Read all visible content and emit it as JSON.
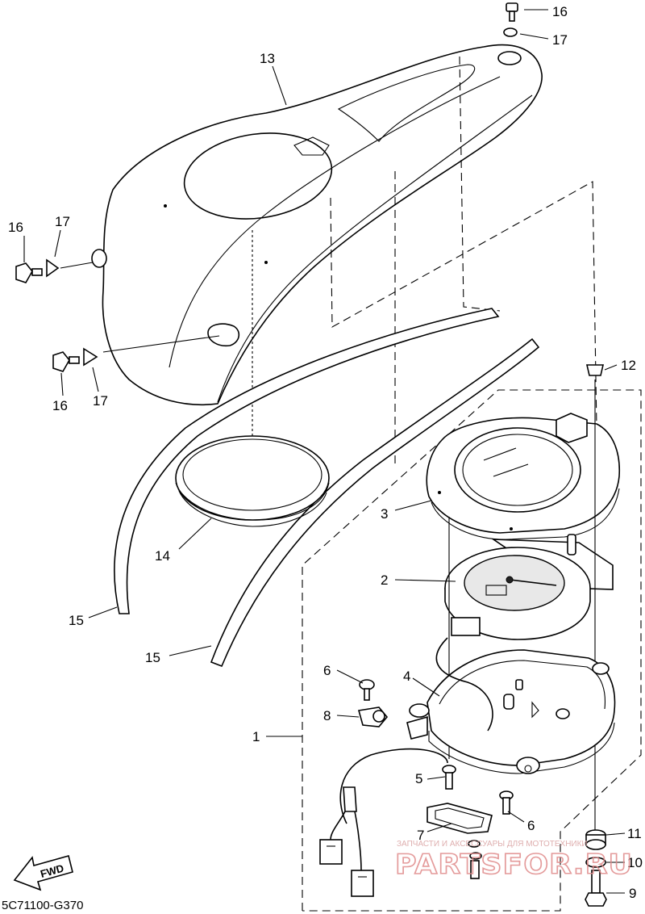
{
  "callouts": [
    {
      "id": "c13",
      "label": "13"
    },
    {
      "id": "c16a",
      "label": "16"
    },
    {
      "id": "c17a",
      "label": "17"
    },
    {
      "id": "c16b",
      "label": "16"
    },
    {
      "id": "c17b",
      "label": "17"
    },
    {
      "id": "c16c",
      "label": "16"
    },
    {
      "id": "c17c",
      "label": "17"
    },
    {
      "id": "c12",
      "label": "12"
    },
    {
      "id": "c3",
      "label": "3"
    },
    {
      "id": "c14",
      "label": "14"
    },
    {
      "id": "c2",
      "label": "2"
    },
    {
      "id": "c15a",
      "label": "15"
    },
    {
      "id": "c15b",
      "label": "15"
    },
    {
      "id": "c6a",
      "label": "6"
    },
    {
      "id": "c4",
      "label": "4"
    },
    {
      "id": "c8",
      "label": "8"
    },
    {
      "id": "c1",
      "label": "1"
    },
    {
      "id": "c5",
      "label": "5"
    },
    {
      "id": "c6b",
      "label": "6"
    },
    {
      "id": "c7",
      "label": "7"
    },
    {
      "id": "c11",
      "label": "11"
    },
    {
      "id": "c10",
      "label": "10"
    },
    {
      "id": "c9",
      "label": "9"
    }
  ],
  "fwd_label": "FWD",
  "diagram_code": "5C71100-G370",
  "watermark": {
    "small_text": "ЗАПЧАСТИ И АКСЕССУАРЫ ДЛЯ МОТОТЕХНИКИ",
    "big_text": "PARTSFOR.RU",
    "color": "#e08a8a"
  }
}
